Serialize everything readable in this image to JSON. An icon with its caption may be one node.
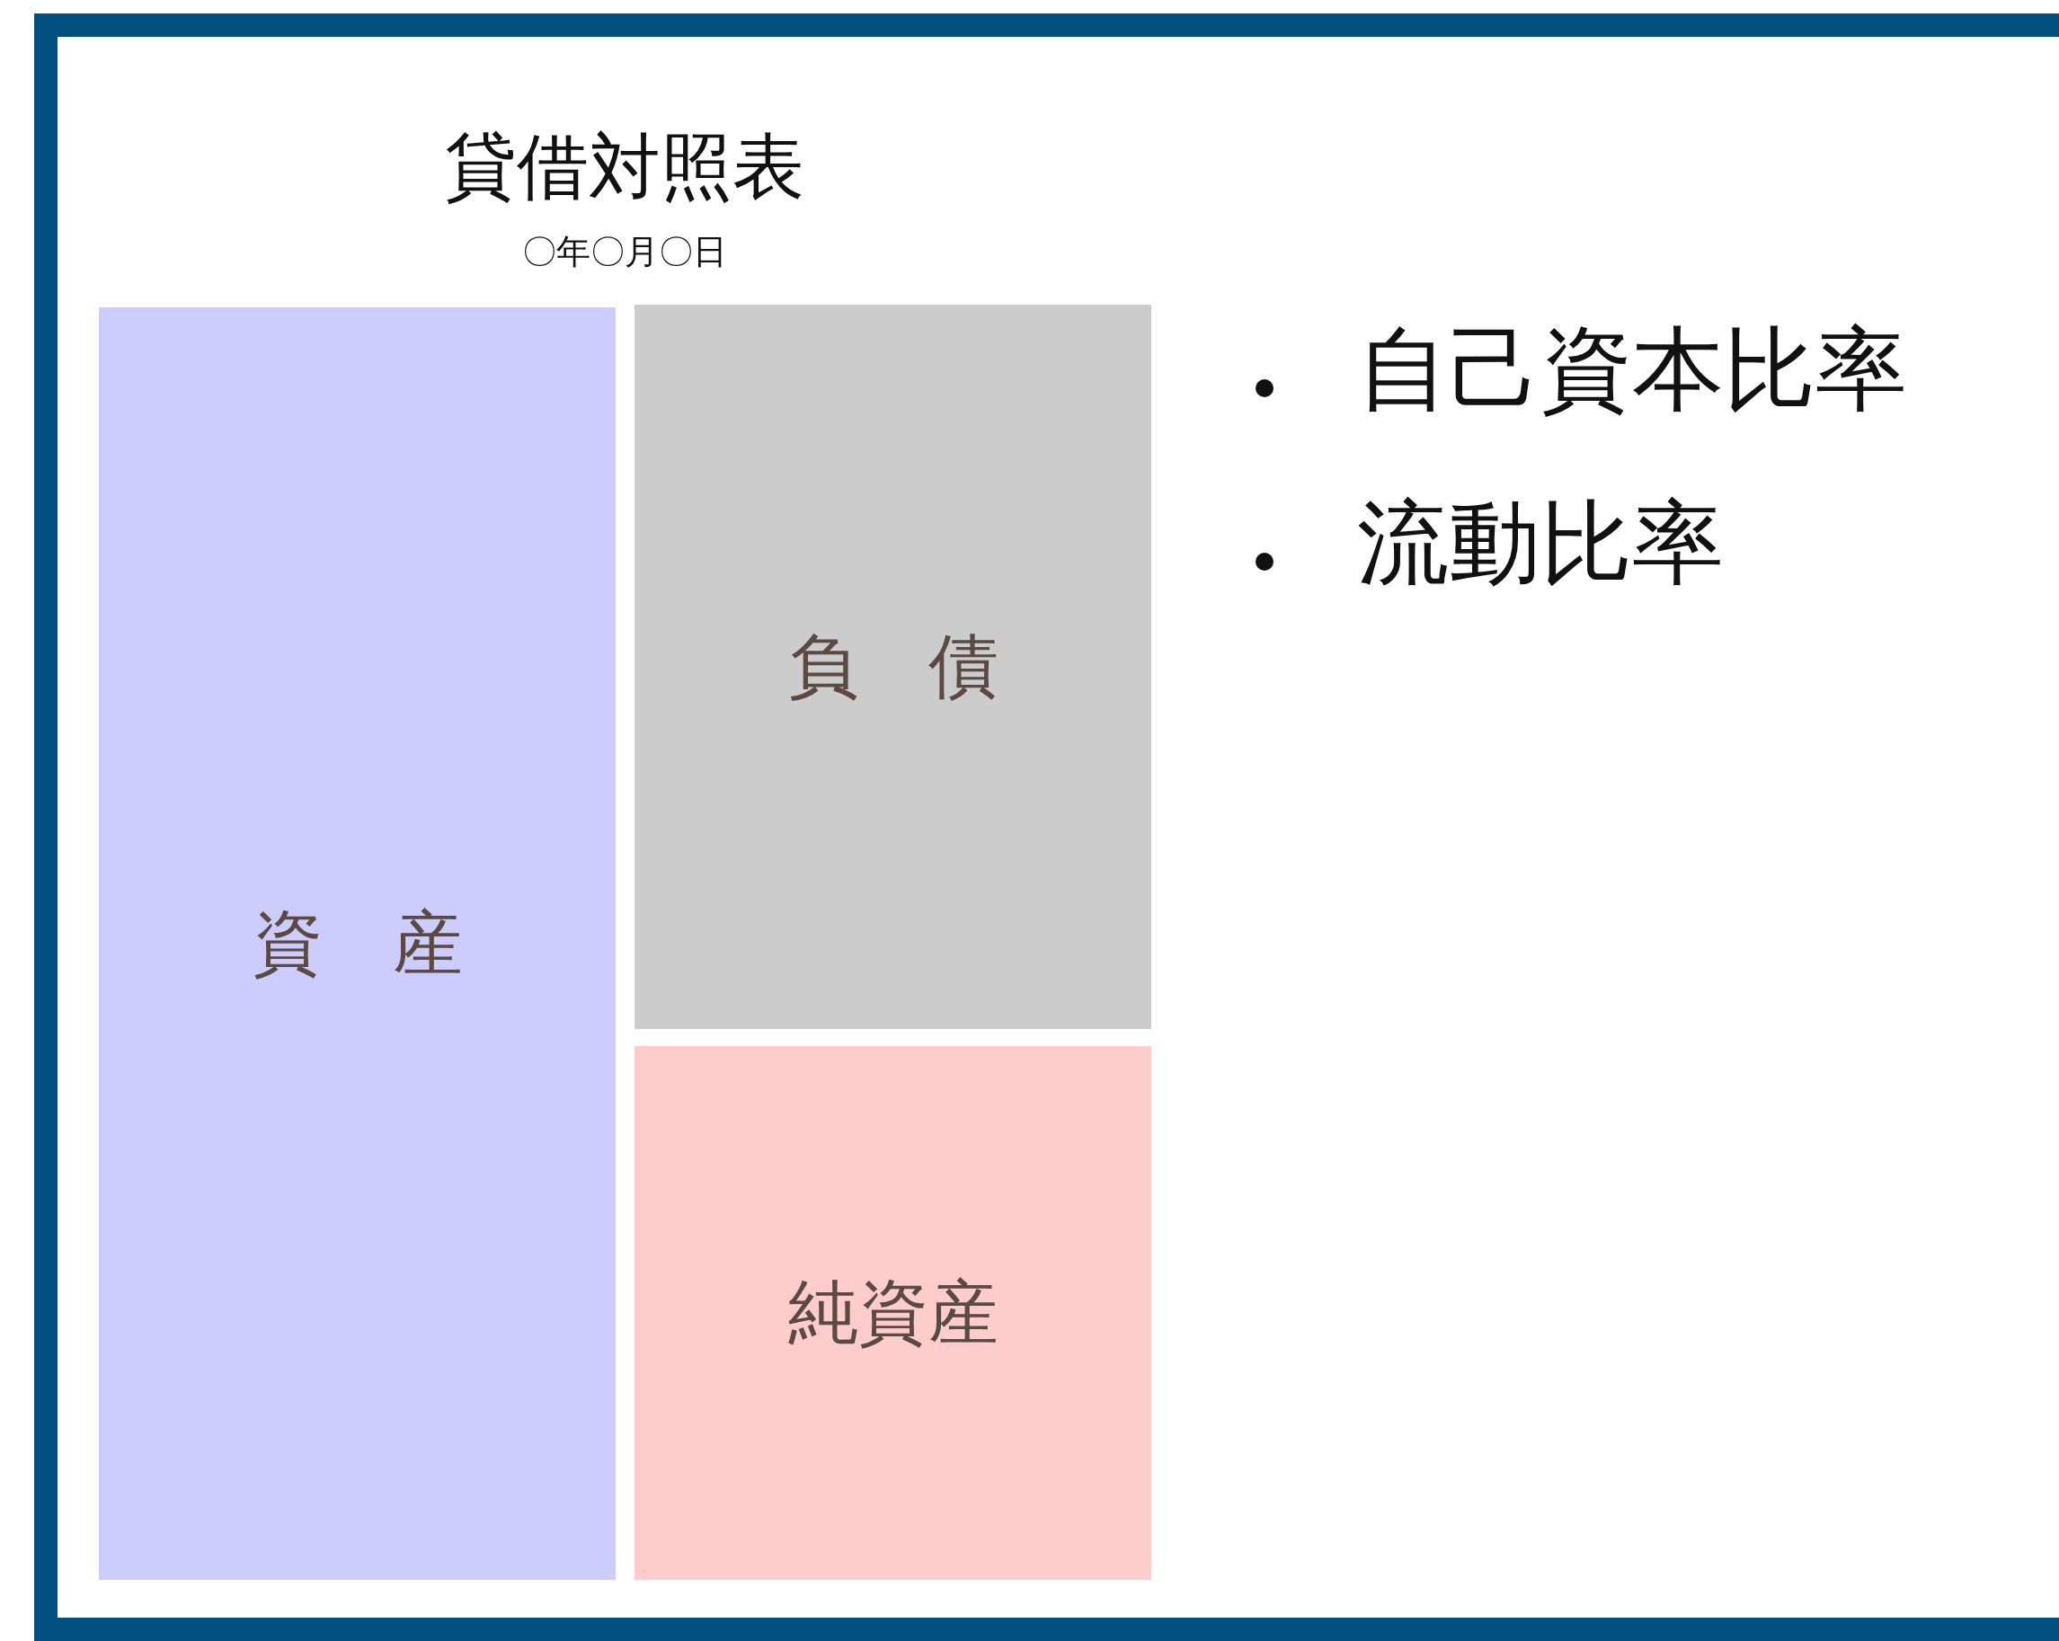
{
  "diagram": {
    "title": "貸借対照表",
    "nodes": [
      {
        "text": [
          "資　産"
        ]
      },
      {
        "text": [
          "負　債"
        ]
      },
      {
        "text": [
          "純資産"
        ]
      }
    ],
    "labels": [
      "〇年〇月〇日",
      "自己資本比率",
      "流動比率"
    ]
  }
}
